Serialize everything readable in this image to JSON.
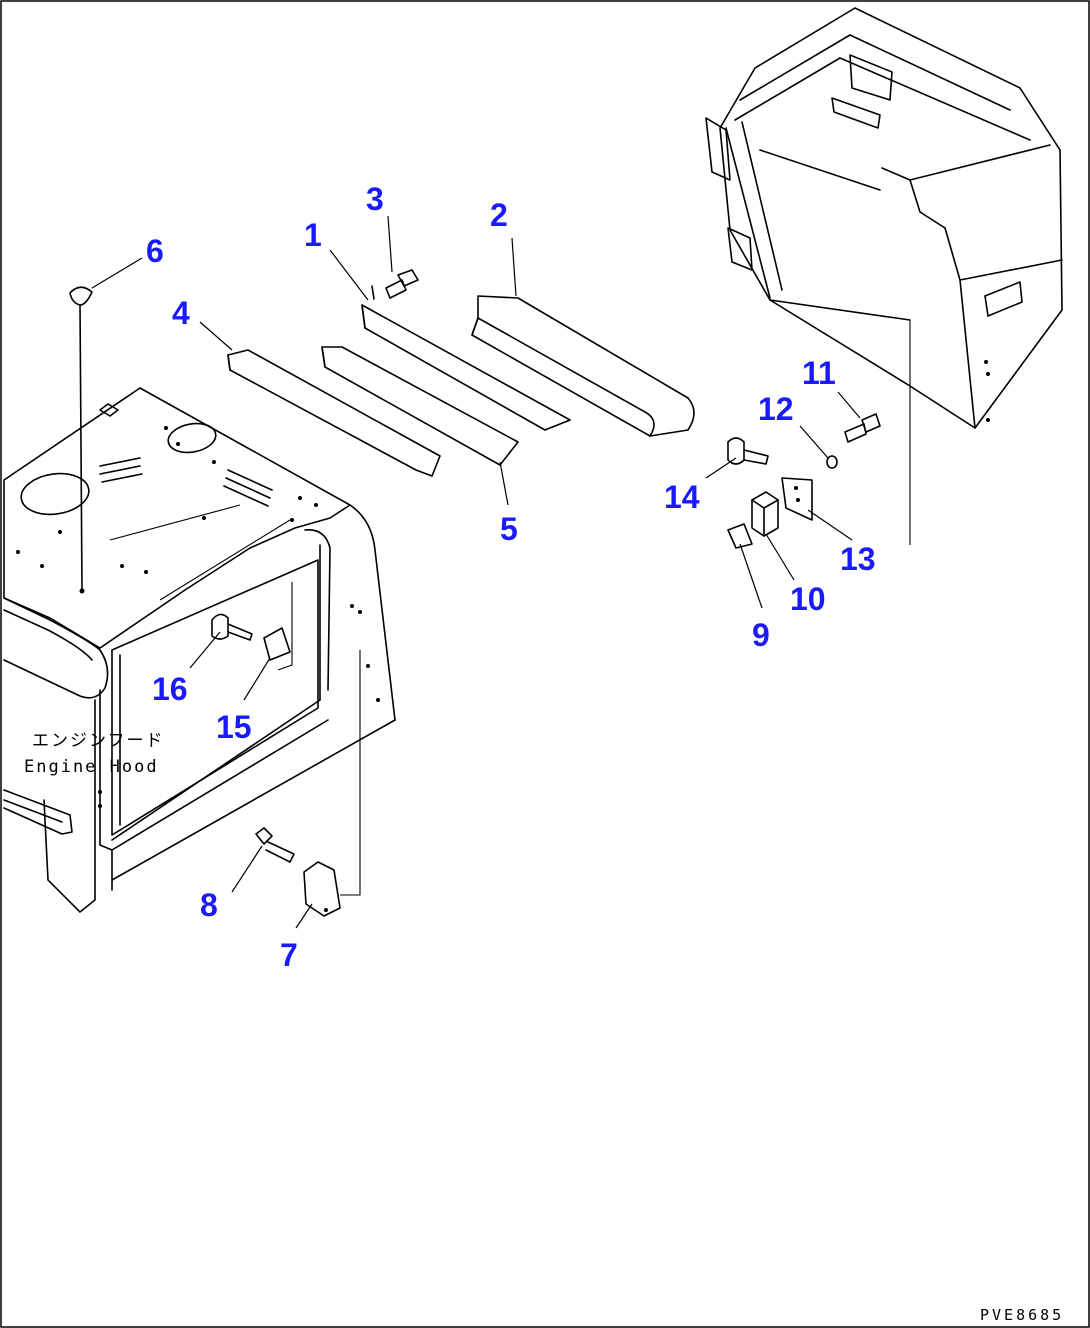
{
  "diagram": {
    "callouts": [
      {
        "id": "1",
        "label": "1"
      },
      {
        "id": "2",
        "label": "2"
      },
      {
        "id": "3",
        "label": "3"
      },
      {
        "id": "4",
        "label": "4"
      },
      {
        "id": "5",
        "label": "5"
      },
      {
        "id": "6",
        "label": "6"
      },
      {
        "id": "7",
        "label": "7"
      },
      {
        "id": "8",
        "label": "8"
      },
      {
        "id": "9",
        "label": "9"
      },
      {
        "id": "10",
        "label": "10"
      },
      {
        "id": "11",
        "label": "11"
      },
      {
        "id": "12",
        "label": "12"
      },
      {
        "id": "13",
        "label": "13"
      },
      {
        "id": "14",
        "label": "14"
      },
      {
        "id": "15",
        "label": "15"
      },
      {
        "id": "16",
        "label": "16"
      }
    ],
    "engine_hood_label_jp": "エンジンフード",
    "engine_hood_label_en": "Engine Hood",
    "drawing_code": "PVE8685",
    "callout_color": "#1a1aff",
    "line_color": "#000000"
  }
}
